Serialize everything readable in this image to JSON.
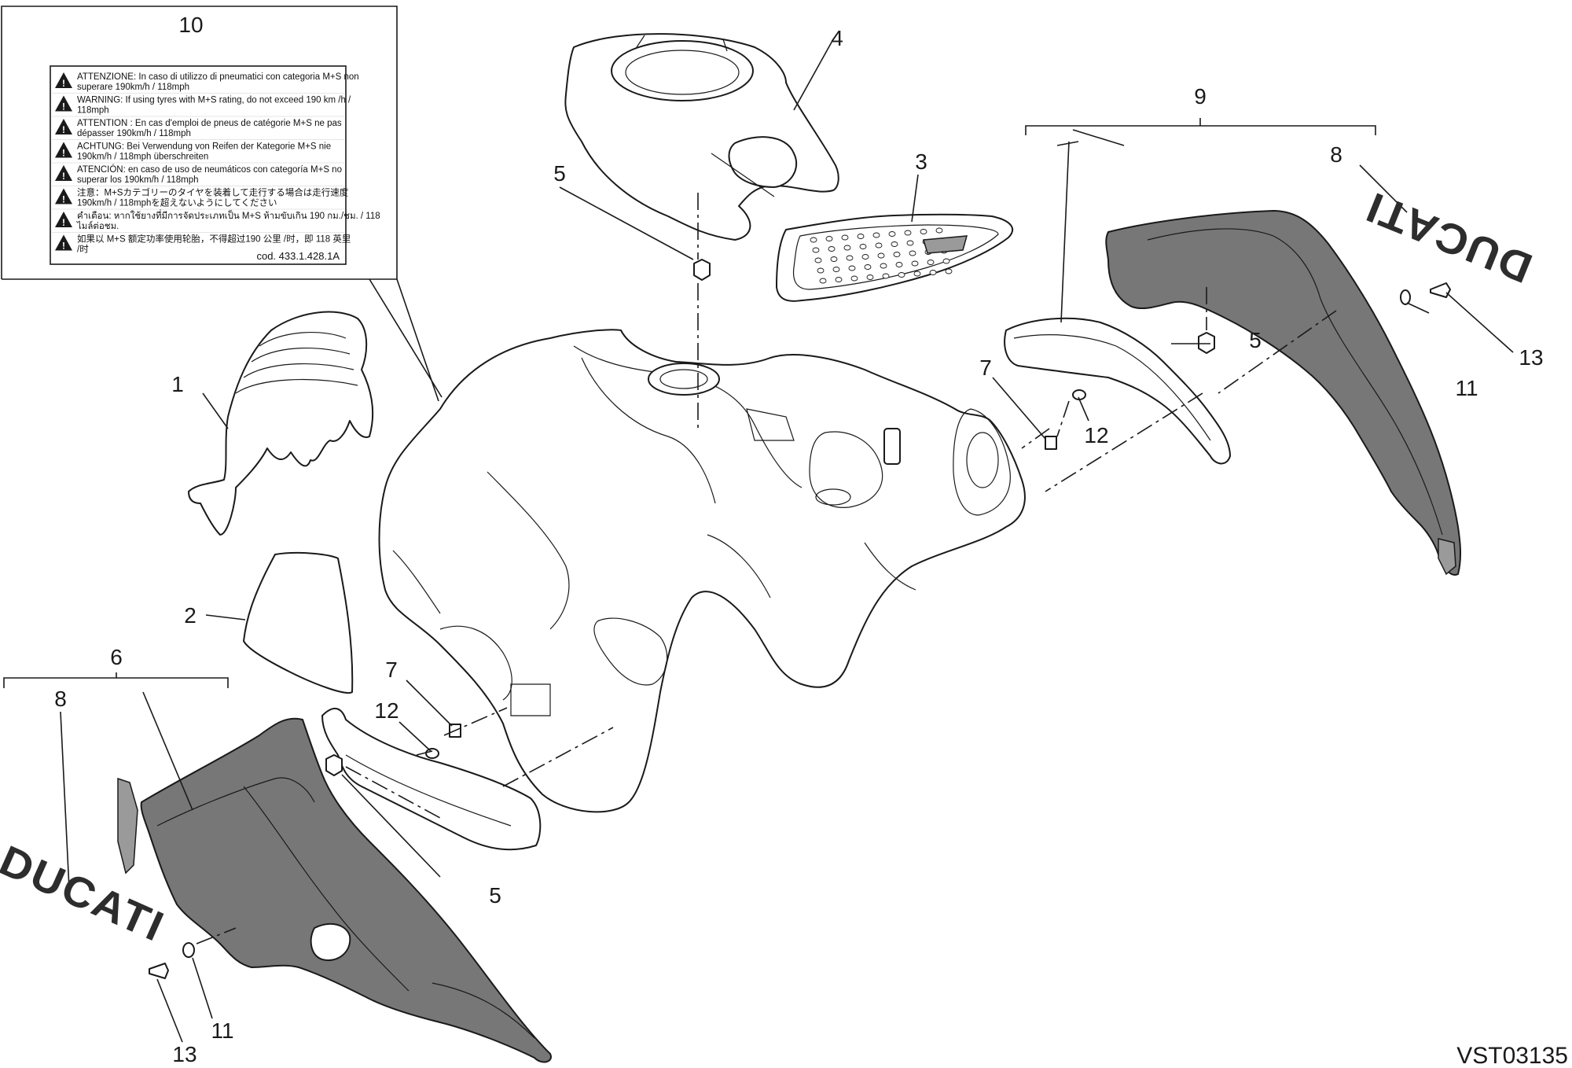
{
  "diagram": {
    "reference_code": "VST03135",
    "callouts": {
      "c1": "1",
      "c2": "2",
      "c3": "3",
      "c4": "4",
      "c5a": "5",
      "c5b": "5",
      "c5c": "5",
      "c6": "6",
      "c7a": "7",
      "c7b": "7",
      "c8a": "8",
      "c8b": "8",
      "c9": "9",
      "c10": "10",
      "c11a": "11",
      "c11b": "11",
      "c12a": "12",
      "c12b": "12",
      "c13a": "13",
      "c13b": "13"
    },
    "logos": {
      "left": "DUCATI",
      "right": "DUCATI"
    },
    "warning_label": {
      "lines": [
        [
          "ATTENZIONE: In caso di utilizzo di pneumatici con categoria M+S non",
          "superare 190km/h / 118mph"
        ],
        [
          "WARNING: If using tyres with M+S rating, do not exceed 190 km /h /",
          "118mph"
        ],
        [
          "ATTENTION : En cas d'emploi de pneus de catégorie M+S ne pas",
          "dépasser 190km/h / 118mph"
        ],
        [
          "ACHTUNG: Bei Verwendung von Reifen der Kategorie M+S nie",
          "190km/h / 118mph überschreiten"
        ],
        [
          "ATENCIÓN: en caso de uso de neumáticos con categoría M+S no",
          "superar los 190km/h / 118mph"
        ],
        [
          "注意：M+Sカテゴリーのタイヤを装着して走行する場合は走行速度",
          "190km/h / 118mphを超えないようにしてください"
        ],
        [
          "คำเตือน: หากใช้ยางที่มีการจัดประเภทเป็น M+S ห้ามขับเกิน 190 กม./ชม. / 118",
          "ไมล์ต่อชม."
        ],
        [
          "如果以 M+S 额定功率使用轮胎，不得超过190 公里 /时，即 118 英里",
          "/时"
        ]
      ],
      "code": "cod. 433.1.428.1A"
    }
  }
}
